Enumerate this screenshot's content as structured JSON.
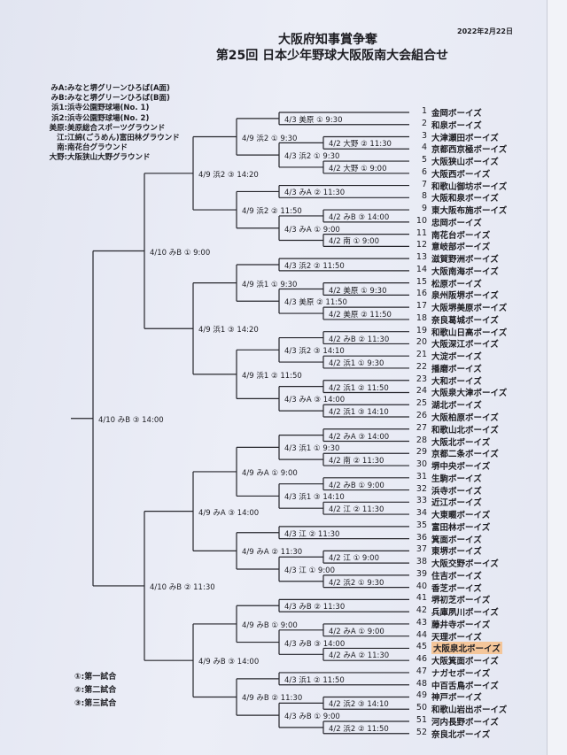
{
  "header": {
    "date": "2022年2月22日",
    "title_line1": "大阪府知事賞争奪",
    "title_line2": "第25回 日本少年野球大阪阪南大会組合せ"
  },
  "venues": [
    {
      "key": "みA:",
      "name": "みなと堺グリーンひろば(A面)"
    },
    {
      "key": "みB:",
      "name": "みなと堺グリーンひろば(B面)"
    },
    {
      "key": "浜1:",
      "name": "浜寺公園野球場(No. 1)"
    },
    {
      "key": "浜2:",
      "name": "浜寺公園野球場(No. 2)"
    },
    {
      "key": "美原:",
      "name": "美原総合スポーツグラウンド"
    },
    {
      "key": "江:",
      "name": "江綿(ごうめん)富田林グラウンド"
    },
    {
      "key": "南:",
      "name": "南花台グラウンド"
    },
    {
      "key": "大野:",
      "name": "大阪狭山大野グラウンド"
    }
  ],
  "game_order": [
    "①:第一試合",
    "②:第二試合",
    "③:第三試合"
  ],
  "highlight_color": "#f4c69a",
  "teams": [
    {
      "no": "1",
      "name": "金岡ボーイズ"
    },
    {
      "no": "2",
      "name": "和泉ボーイズ"
    },
    {
      "no": "3",
      "name": "大津瀬田ボーイズ"
    },
    {
      "no": "4",
      "name": "京都西京極ボーイズ"
    },
    {
      "no": "5",
      "name": "大阪狭山ボーイズ"
    },
    {
      "no": "6",
      "name": "大阪西ボーイズ"
    },
    {
      "no": "7",
      "name": "和歌山御坊ボーイズ"
    },
    {
      "no": "8",
      "name": "大阪和泉ボーイズ"
    },
    {
      "no": "9",
      "name": "東大阪布施ボーイズ"
    },
    {
      "no": "10",
      "name": "忠岡ボーイズ"
    },
    {
      "no": "11",
      "name": "南花台ボーイズ"
    },
    {
      "no": "12",
      "name": "意岐部ボーイズ"
    },
    {
      "no": "13",
      "name": "滋賀野洲ボーイズ"
    },
    {
      "no": "14",
      "name": "大阪南海ボーイズ"
    },
    {
      "no": "15",
      "name": "松原ボーイズ"
    },
    {
      "no": "16",
      "name": "泉州阪堺ボーイズ"
    },
    {
      "no": "17",
      "name": "大阪堺美原ボーイズ"
    },
    {
      "no": "18",
      "name": "奈良葛城ボーイズ"
    },
    {
      "no": "19",
      "name": "和歌山日高ボーイズ"
    },
    {
      "no": "20",
      "name": "大阪深江ボーイズ"
    },
    {
      "no": "21",
      "name": "大淀ボーイズ"
    },
    {
      "no": "22",
      "name": "播磨ボーイズ"
    },
    {
      "no": "23",
      "name": "大和ボーイズ"
    },
    {
      "no": "24",
      "name": "大阪泉大津ボーイズ"
    },
    {
      "no": "25",
      "name": "湖北ボーイズ"
    },
    {
      "no": "26",
      "name": "大阪柏原ボーイズ"
    },
    {
      "no": "27",
      "name": "和歌山北ボーイズ"
    },
    {
      "no": "28",
      "name": "大阪北ボーイズ"
    },
    {
      "no": "29",
      "name": "京都二条ボーイズ"
    },
    {
      "no": "30",
      "name": "堺中央ボーイズ"
    },
    {
      "no": "31",
      "name": "生駒ボーイズ"
    },
    {
      "no": "32",
      "name": "浜寺ボーイズ"
    },
    {
      "no": "33",
      "name": "近江ボーイズ"
    },
    {
      "no": "34",
      "name": "大東畷ボーイズ"
    },
    {
      "no": "35",
      "name": "富田林ボーイズ"
    },
    {
      "no": "36",
      "name": "箕面ボーイズ"
    },
    {
      "no": "37",
      "name": "東堺ボーイズ"
    },
    {
      "no": "38",
      "name": "大阪交野ボーイズ"
    },
    {
      "no": "39",
      "name": "住吉ボーイズ"
    },
    {
      "no": "40",
      "name": "香芝ボーイズ"
    },
    {
      "no": "41",
      "name": "堺初芝ボーイズ"
    },
    {
      "no": "42",
      "name": "兵庫夙川ボーイズ"
    },
    {
      "no": "43",
      "name": "藤井寺ボーイズ"
    },
    {
      "no": "44",
      "name": "天理ボーイズ"
    },
    {
      "no": "45",
      "name": "大阪泉北ボーイズ",
      "highlighted": true
    },
    {
      "no": "46",
      "name": "大阪箕面ボーイズ"
    },
    {
      "no": "47",
      "name": "ナガセボーイズ"
    },
    {
      "no": "48",
      "name": "中百舌鳥ボーイズ"
    },
    {
      "no": "49",
      "name": "神戸ボーイズ"
    },
    {
      "no": "50",
      "name": "和歌山岩出ボーイズ"
    },
    {
      "no": "51",
      "name": "河内長野ボーイズ"
    },
    {
      "no": "52",
      "name": "奈良北ボーイズ"
    }
  ],
  "bracket": {
    "label": "4/10 みB ③ 14:00",
    "children": [
      {
        "label": "4/10 みB ① 9:00",
        "children": [
          {
            "label": "4/9 浜2 ③ 14:20",
            "children": [
              {
                "label": "4/9 浜2 ① 9:30",
                "children": [
                  {
                    "label": "4/3 美原 ① 9:30",
                    "children": [
                      0,
                      1
                    ]
                  },
                  {
                    "label": "4/3 浜2 ① 9:30",
                    "children": [
                      {
                        "label": "4/2 大野 ② 11:30",
                        "children": [
                          2,
                          3
                        ]
                      },
                      {
                        "label": "4/2 大野 ① 9:00",
                        "children": [
                          4,
                          5
                        ]
                      }
                    ]
                  }
                ]
              },
              {
                "label": "4/9 浜2 ② 11:50",
                "children": [
                  {
                    "label": "4/3 みA ② 11:30",
                    "children": [
                      6,
                      7
                    ]
                  },
                  {
                    "label": "4/3 みA ① 9:00",
                    "children": [
                      {
                        "label": "4/2 みB ③ 14:00",
                        "children": [
                          8,
                          9
                        ]
                      },
                      {
                        "label": "4/2 南 ① 9:00",
                        "children": [
                          10,
                          11
                        ]
                      }
                    ]
                  }
                ]
              }
            ]
          },
          {
            "label": "4/9 浜1 ③ 14:20",
            "children": [
              {
                "label": "4/9 浜1 ① 9:30",
                "children": [
                  {
                    "label": "4/3 浜2 ② 11:50",
                    "children": [
                      12,
                      13
                    ]
                  },
                  {
                    "label": "4/3 美原 ② 11:50",
                    "children": [
                      {
                        "label": "4/2 美原 ① 9:30",
                        "children": [
                          14,
                          15
                        ]
                      },
                      {
                        "label": "4/2 美原 ② 11:50",
                        "children": [
                          16,
                          17
                        ]
                      }
                    ]
                  }
                ]
              },
              {
                "label": "4/9 浜1 ② 11:50",
                "children": [
                  {
                    "label": "4/3 浜2 ③ 14:10",
                    "children": [
                      {
                        "label": "4/2 みB ② 11:30",
                        "children": [
                          18,
                          19
                        ]
                      },
                      {
                        "label": "4/2 浜1 ① 9:30",
                        "children": [
                          20,
                          21
                        ]
                      }
                    ]
                  },
                  {
                    "label": "4/3 みA ③ 14:00",
                    "children": [
                      {
                        "label": "4/2 浜1 ② 11:50",
                        "children": [
                          22,
                          23
                        ]
                      },
                      {
                        "label": "4/2 浜1 ③ 14:10",
                        "children": [
                          24,
                          25
                        ]
                      }
                    ]
                  }
                ]
              }
            ]
          }
        ]
      },
      {
        "label": "4/10 みB ② 11:30",
        "children": [
          {
            "label": "4/9 みA ③ 14:00",
            "children": [
              {
                "label": "4/9 みA ① 9:00",
                "children": [
                  {
                    "label": "4/3 浜1 ① 9:30",
                    "children": [
                      {
                        "label": "4/2 みA ③ 14:00",
                        "children": [
                          26,
                          27
                        ]
                      },
                      {
                        "label": "4/2 南 ② 11:30",
                        "children": [
                          28,
                          29
                        ]
                      }
                    ]
                  },
                  {
                    "label": "4/3 浜1 ③ 14:10",
                    "children": [
                      {
                        "label": "4/2 みB ① 9:00",
                        "children": [
                          30,
                          31
                        ]
                      },
                      {
                        "label": "4/2 江 ② 11:30",
                        "children": [
                          32,
                          33
                        ]
                      }
                    ]
                  }
                ]
              },
              {
                "label": "4/9 みA ② 11:30",
                "children": [
                  {
                    "label": "4/3 江 ② 11:30",
                    "children": [
                      34,
                      35
                    ]
                  },
                  {
                    "label": "4/3 江 ① 9:00",
                    "children": [
                      {
                        "label": "4/2 江 ① 9:00",
                        "children": [
                          36,
                          37
                        ]
                      },
                      {
                        "label": "4/2 浜2 ① 9:30",
                        "children": [
                          38,
                          39
                        ]
                      }
                    ]
                  }
                ]
              }
            ]
          },
          {
            "label": "4/9 みB ③ 14:00",
            "children": [
              {
                "label": "4/9 みB ① 9:00",
                "children": [
                  {
                    "label": "4/3 みB ② 11:30",
                    "children": [
                      40,
                      41
                    ]
                  },
                  {
                    "label": "4/3 みB ③ 14:00",
                    "children": [
                      {
                        "label": "4/2 みA ① 9:00",
                        "children": [
                          42,
                          43
                        ]
                      },
                      {
                        "label": "4/2 みA ② 11:30",
                        "children": [
                          44,
                          45
                        ]
                      }
                    ]
                  }
                ]
              },
              {
                "label": "4/9 みB ② 11:30",
                "children": [
                  {
                    "label": "4/3 浜1 ② 11:50",
                    "children": [
                      46,
                      47
                    ]
                  },
                  {
                    "label": "4/3 みB ① 9:00",
                    "children": [
                      {
                        "label": "4/2 浜2 ③ 14:10",
                        "children": [
                          48,
                          49
                        ]
                      },
                      {
                        "label": "4/2 浜2 ② 11:50",
                        "children": [
                          50,
                          51
                        ]
                      }
                    ]
                  }
                ]
              }
            ]
          }
        ]
      }
    ]
  }
}
